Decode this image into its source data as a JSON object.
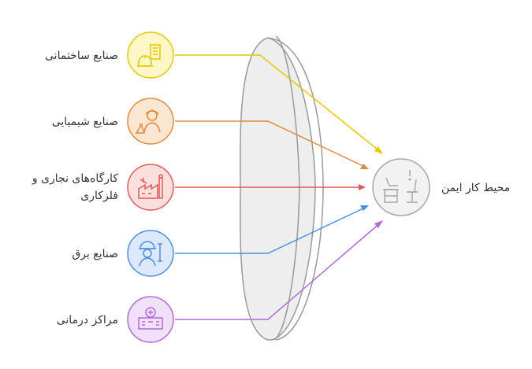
{
  "sources": [
    {
      "label": "صنایع ساختمانی",
      "icon": "construction-worker-building-icon",
      "color": "#e6c700",
      "fill": "#fdf7c8"
    },
    {
      "label": "صنایع شیمیایی",
      "icon": "chemist-flask-icon",
      "color": "#e08a3c",
      "fill": "#fbe6d2"
    },
    {
      "label": "کارگاه‌های نجاری و فلزکاری",
      "icon": "factory-tools-icon",
      "color": "#e05a5a",
      "fill": "#fbdede"
    },
    {
      "label": "صنایع برق",
      "icon": "electrician-wrench-icon",
      "color": "#4a90e2",
      "fill": "#dde9fa"
    },
    {
      "label": "مراکز درمانی",
      "icon": "hospital-building-icon",
      "color": "#b06ad9",
      "fill": "#f0e0f8"
    }
  ],
  "target": {
    "label": "محیط کار ایمن",
    "icon": "safe-workspace-desk-icon",
    "color": "#a8a8a8",
    "fill": "#f2f2f2"
  },
  "lens": {
    "color": "#9a9a9a",
    "fill": "#eeeeee"
  }
}
